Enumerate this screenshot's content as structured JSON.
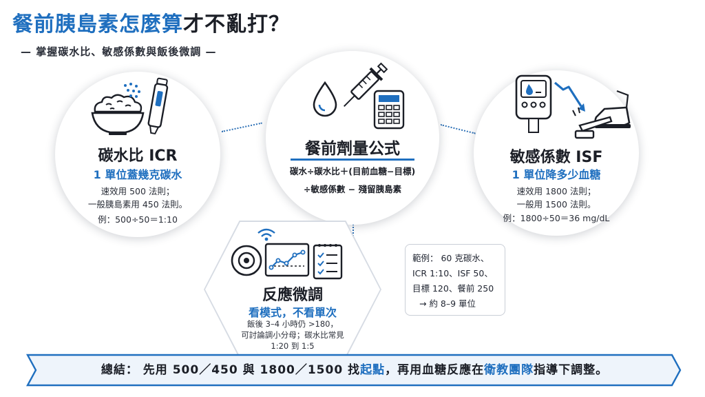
{
  "header": {
    "title_blue": "餐前胰島素怎麼算",
    "title_dark": "才不亂打？",
    "subtitle": "— 掌握碳水比、敏感係數與飯後微調 —"
  },
  "icr": {
    "heading": "碳水比 ICR",
    "tagline": "1 單位蓋幾克碳水",
    "line1": "速效用 500 法則；",
    "line2": "一般胰島素用 450 法則。",
    "line3": "例：500÷50＝1:10"
  },
  "formula": {
    "heading": "餐前劑量公式",
    "line1": "碳水÷碳水比＋(目前血糖−目標)",
    "line2": "÷敏感係數 − 殘留胰島素"
  },
  "isf": {
    "heading": "敏感係數 ISF",
    "tagline": "1 單位降多少血糖",
    "line1": "速效用 1800 法則；",
    "line2": "一般用 1500 法則。",
    "line3": "例：1800÷50＝36 mg/dL"
  },
  "feedback": {
    "heading": "反應微調",
    "tagline": "看模式，不看單次",
    "line1": "飯後 3–4 小時仍 >180，",
    "line2": "可討論調小分母；碳水比常見",
    "line3": "1:20 到 1:5"
  },
  "example": {
    "line1": "範例： 60 克碳水、",
    "line2": "ICR 1:10、ISF 50、",
    "line3": "目標 120、餐前 250",
    "line4": "→ 約 8–9 單位"
  },
  "summary": {
    "part1": "總結： 先用  500／450  與  1800／1500  找",
    "hl1": "起點",
    "part2": "，再用血糖反應在",
    "hl2": "衛教團隊",
    "part3": "指導下調整。"
  },
  "colors": {
    "accent": "#1f6fbf",
    "text": "#1b1e26"
  }
}
